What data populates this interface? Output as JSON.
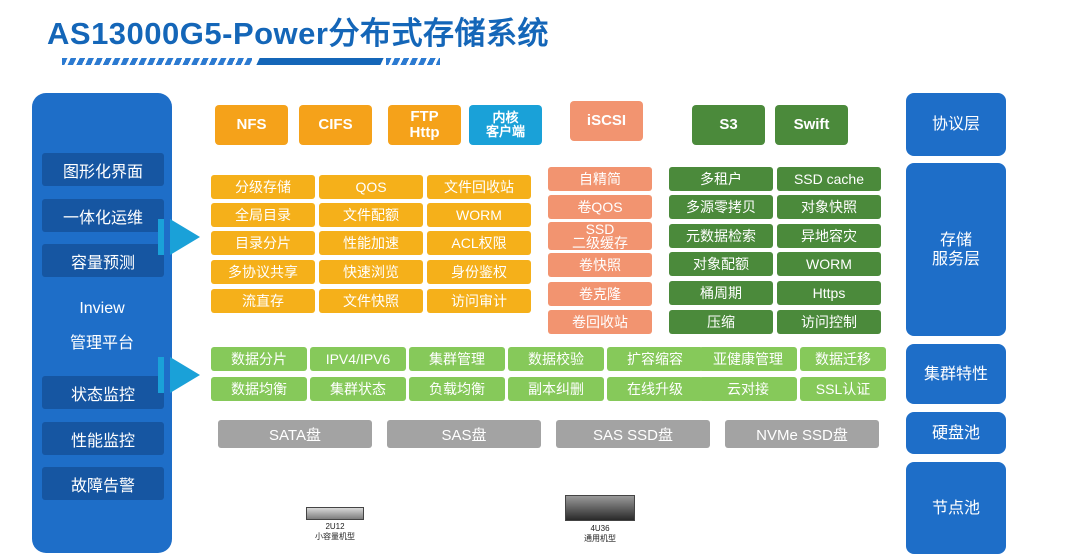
{
  "title": "AS13000G5-Power分布式存储系统",
  "left_panel": {
    "items_top": [
      "图形化界面",
      "一体化运维",
      "容量预测"
    ],
    "platform_line1": "Inview",
    "platform_line2": "管理平台",
    "items_bottom": [
      "状态监控",
      "性能监控",
      "故障告警"
    ]
  },
  "protocols": {
    "nfs": "NFS",
    "cifs": "CIFS",
    "ftp_line1": "FTP",
    "ftp_line2": "Http",
    "kernel_line1": "内核",
    "kernel_line2": "客户端",
    "iscsi": "iSCSI",
    "s3": "S3",
    "swift": "Swift"
  },
  "file_features": [
    [
      "分级存储",
      "QOS",
      "文件回收站"
    ],
    [
      "全局目录",
      "文件配额",
      "WORM"
    ],
    [
      "目录分片",
      "性能加速",
      "ACL权限"
    ],
    [
      "多协议共享",
      "快速浏览",
      "身份鉴权"
    ],
    [
      "流直存",
      "文件快照",
      "访问审计"
    ]
  ],
  "block_features": [
    "自精简",
    "卷QOS",
    "SSD\n二级缓存",
    "卷快照",
    "卷克隆",
    "卷回收站"
  ],
  "object_features": [
    [
      "多租户",
      "SSD cache"
    ],
    [
      "多源零拷贝",
      "对象快照"
    ],
    [
      "元数据检索",
      "异地容灾"
    ],
    [
      "对象配额",
      "WORM"
    ],
    [
      "桶周期",
      "Https"
    ],
    [
      "压缩",
      "访问控制"
    ]
  ],
  "cluster_features": [
    [
      "数据分片",
      "IPV4/IPV6",
      "集群管理",
      "数据校验",
      "扩容缩容",
      "亚健康管理",
      "数据迁移"
    ],
    [
      "数据均衡",
      "集群状态",
      "负载均衡",
      "副本纠删",
      "在线升级",
      "云对接",
      "SSL认证"
    ]
  ],
  "disks": [
    "SATA盘",
    "SAS盘",
    "SAS SSD盘",
    "NVMe SSD盘"
  ],
  "layers": [
    "协议层",
    "存储\n服务层",
    "集群特性",
    "硬盘池",
    "节点池"
  ],
  "servers": [
    {
      "model": "2U12",
      "desc": "小容量机型"
    },
    {
      "model": "4U36",
      "desc": "通用机型"
    }
  ],
  "colors": {
    "blue": "#1e6ec8",
    "dark_blue": "#1656a2",
    "orange": "#f5a21a",
    "salmon": "#f29470",
    "dark_green": "#4b8a3b",
    "light_green": "#86c95a",
    "gray": "#a3a3a3",
    "arrow": "#1aa1d8"
  }
}
